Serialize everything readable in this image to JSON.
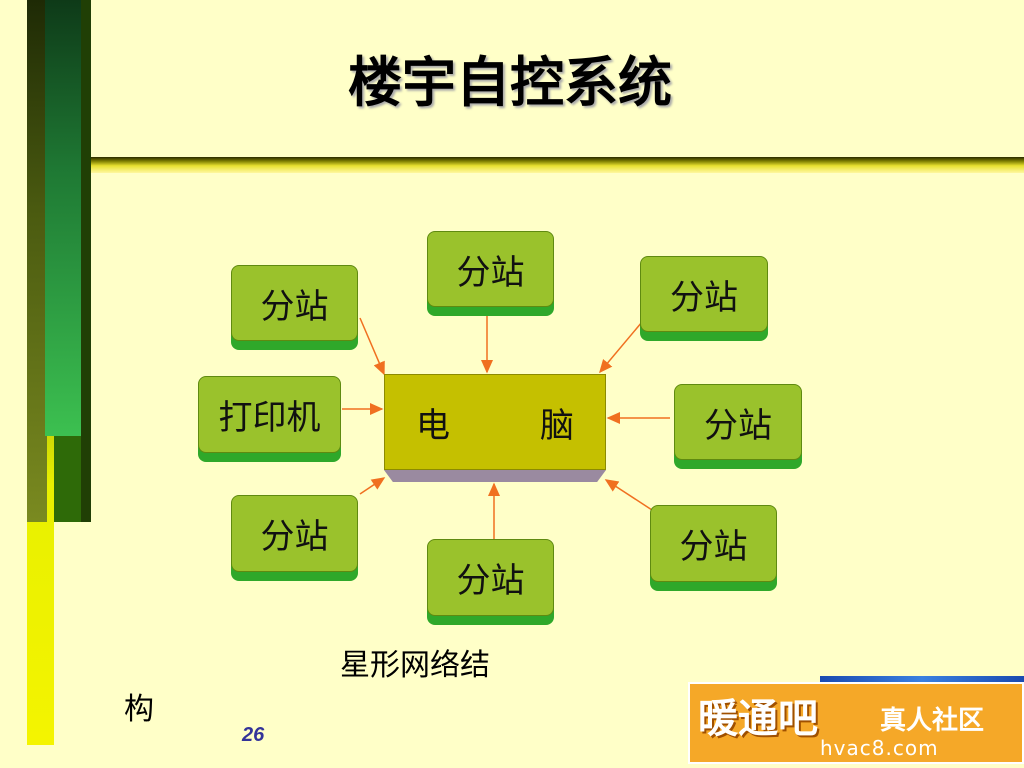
{
  "title": "楼宇自控系统",
  "center_label": "电　脑",
  "nodes": {
    "top_left": "分站",
    "top": "分站",
    "top_right": "分站",
    "left": "打印机",
    "right": "分站",
    "bottom_left": "分站",
    "bottom": "分站",
    "bottom_right": "分站"
  },
  "caption_line1": "星形网络结",
  "caption_line2": "构",
  "page_number": "26",
  "logo": {
    "main": "暖通吧",
    "sub": "真人社区",
    "url": "hvac8.com"
  },
  "colors": {
    "background": "#ffffc8",
    "node_fill": "#9ac22c",
    "node_shadow": "#2fa82a",
    "center_fill": "#c5c000",
    "arrow": "#f07020"
  }
}
